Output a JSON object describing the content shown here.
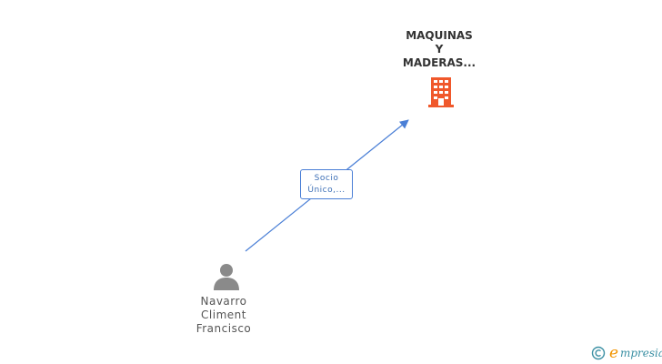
{
  "company": {
    "name_lines": [
      "MAQUINAS",
      "Y",
      "MADERAS..."
    ],
    "icon": "building-icon",
    "color": "#f0582b"
  },
  "relation": {
    "label_lines": [
      "Socio",
      "Único,..."
    ],
    "color": "#4a7fd6"
  },
  "person": {
    "name_lines": [
      "Navarro",
      "Climent",
      "Francisco"
    ],
    "icon": "person-icon",
    "color": "#8a8a8a"
  },
  "watermark": {
    "copyright_symbol": "©",
    "brand_initial": "e",
    "brand_rest": "mpresia"
  }
}
